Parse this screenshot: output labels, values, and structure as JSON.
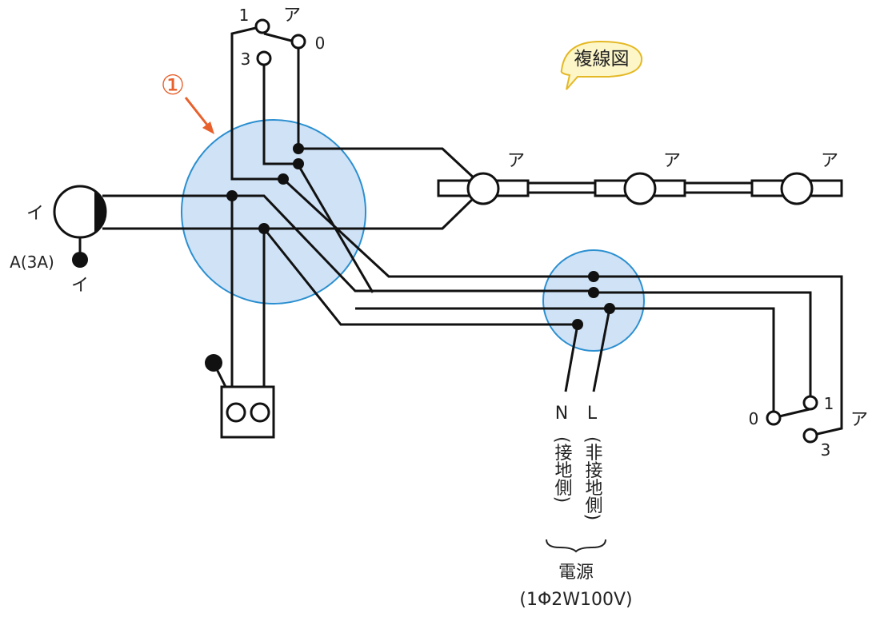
{
  "diagram_title": "複線図",
  "marker": "①",
  "switches": {
    "top": {
      "symbol": "ア",
      "terminals": [
        "1",
        "0",
        "3"
      ]
    },
    "bottom": {
      "symbol": "ア",
      "terminals": [
        "0",
        "1",
        "3"
      ]
    }
  },
  "lamps": [
    "ア",
    "ア",
    "ア"
  ],
  "pilot": {
    "symbol": "イ",
    "breaker_label": "A(3A)",
    "breaker_symbol": "イ"
  },
  "power": {
    "n_label": "N",
    "n_note": "(接地側)",
    "l_label": "L",
    "l_note": "(非接地側)",
    "caption": "電源",
    "spec": "(1Φ2W100V)"
  },
  "colors": {
    "box_fill": "#cfe2f6",
    "box_stroke": "#2b8fd0",
    "bubble_fill": "#fdf6c9",
    "bubble_stroke": "#e4b825",
    "marker_color": "#e8612c",
    "wire_color": "#111111"
  }
}
